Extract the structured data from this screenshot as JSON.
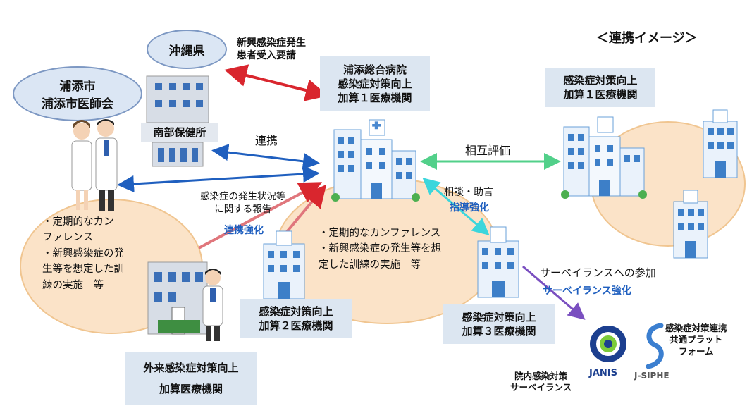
{
  "title": "＜連携イメージ＞",
  "nodes": {
    "okinawa": "沖縄県",
    "urasoe_city": "浦添市\n浦添市医師会",
    "nanbu": "南部保健所",
    "general_hospital": "浦添総合病院\n感染症対策向上\n加算１医療機関",
    "level1_other": "感染症対策向上\n加算１医療機関",
    "level2": "感染症対策向上\n加算２医療機関",
    "level3": "感染症対策向上\n加算３医療機関",
    "outpatient_line1": "外来感染症対策向上",
    "outpatient_line2": "加算医療機関",
    "janis_caption": "院内感染対策\nサーベイランス",
    "jsiphe_caption": "感染症対策連携\n共通プラット\nフォーム"
  },
  "edges": {
    "request": "新興感染症発生\n患者受入要請",
    "renkei": "連携",
    "mutual": "相互評価",
    "consult": "相談・助言",
    "guidance": "指導強化",
    "report": "感染症の発生状況等\nに関する報告",
    "report_strengthen": "連携強化",
    "surveillance": "サーベイランスへの参加",
    "surveillance_strengthen": "サーベイランス強化"
  },
  "notes": {
    "left_conference": "・定期的なカン\n  ファレンス\n・新興感染症の発\n  生等を想定した訓\n  練の実施　等",
    "center_conference": "・定期的なカンファレンス\n・新興感染症の発生等を想\n  定した訓練の実施　等"
  },
  "logos": {
    "janis": "JANIS",
    "jsiphe": "J-SIPHE"
  },
  "colors": {
    "red_arrow": "#d9262e",
    "blue_arrow": "#1f5fbf",
    "green_arrow": "#52d08a",
    "cyan_arrow": "#3cd6dc",
    "purple_arrow": "#7a4fc0",
    "peach": "#fbe3c8"
  }
}
